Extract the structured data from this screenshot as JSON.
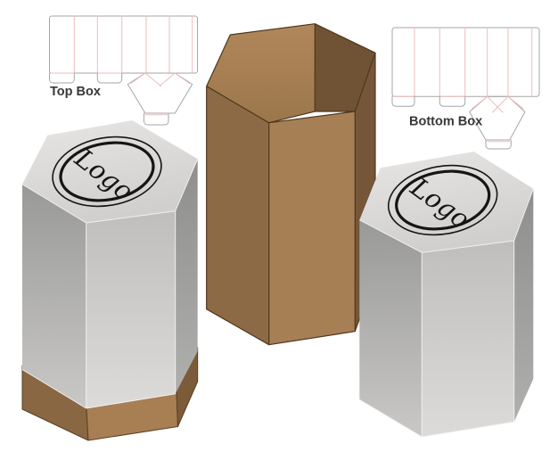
{
  "palette": {
    "background": "#ffffff",
    "dieline_stroke": "#a6a6a6",
    "dieline_fold": "#efbdbd",
    "label_color": "#383838",
    "kraft_front_right": "#a67f55",
    "kraft_front_left": "#8d6a46",
    "kraft_right_side": "#755639",
    "kraft_inner_light_top": "#b0875a",
    "kraft_inner_light_bottom": "#9c774c",
    "kraft_inner_dark": "#6f5334",
    "kraft_outline": "#4e371d",
    "base_front": "#a87e53",
    "base_left": "#8a6743",
    "base_right": "#7b5b3a",
    "base_outline": "#5a4024",
    "box_top_light": "#e7e6e4",
    "box_top_dark": "#d1cfcd",
    "box_face_light_top": "#bfbebc",
    "box_face_light_bottom": "#dcdbd9",
    "box_face_mid_top": "#999997",
    "box_face_mid_bottom": "#c9c8c6",
    "box_face_dark_top": "#8e8e8c",
    "box_face_dark_bottom": "#afafad",
    "edge_highlight": "#f0f0ee",
    "logo_ink": "#151515"
  },
  "dielines": {
    "top": {
      "label": "Top Box"
    },
    "bottom": {
      "label": "Bottom Box"
    }
  },
  "mockups": {
    "left": {
      "logo": "Logo"
    },
    "right": {
      "logo": "Logo"
    }
  }
}
